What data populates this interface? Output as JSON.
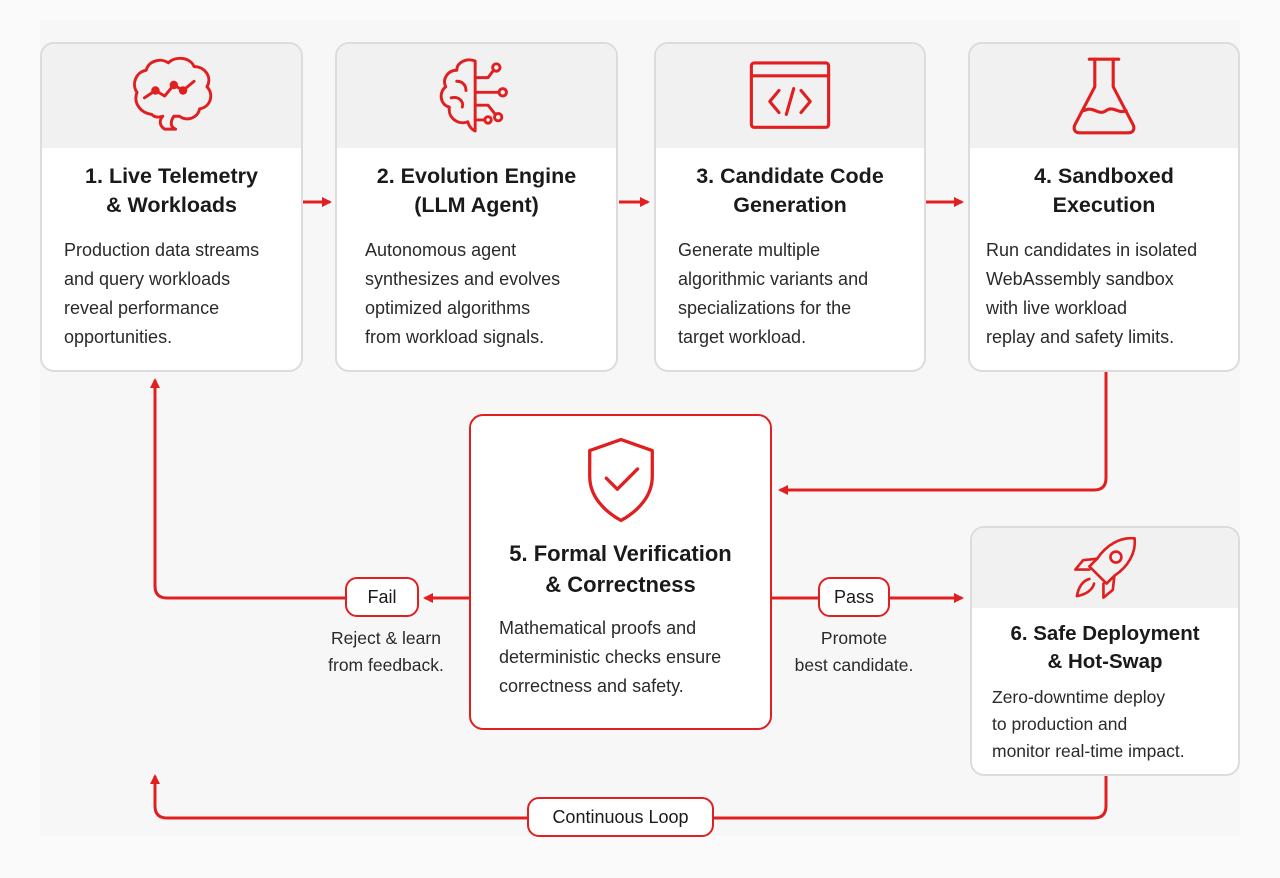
{
  "colors": {
    "accent": "#e02020",
    "card_border": "#dcdcdc",
    "band": "#f1f1f1"
  },
  "steps": [
    {
      "icon": "brain-icon",
      "title": [
        "1. Live Telemetry",
        "& Workloads"
      ],
      "desc": [
        "Production data streams",
        "and query workloads",
        "reveal performance",
        "opportunities."
      ]
    },
    {
      "icon": "neural-circuit-icon",
      "title": [
        "2. Evolution Engine",
        "(LLM Agent)"
      ],
      "desc": [
        "Autonomous agent",
        "synthesizes and evolves",
        "optimized algorithms",
        "from workload signals."
      ]
    },
    {
      "icon": "code-window-icon",
      "title": [
        "3. Candidate Code",
        "Generation"
      ],
      "desc": [
        "Generate multiple",
        "algorithmic variants and",
        "specializations for the",
        "target workload."
      ]
    },
    {
      "icon": "flask-icon",
      "title": [
        "4. Sandboxed",
        "Execution"
      ],
      "desc": [
        "Run candidates in isolated",
        "WebAssembly sandbox",
        "with live workload",
        "replay and safety limits."
      ]
    },
    {
      "icon": "shield-check-icon",
      "title": [
        "5. Formal Verification",
        "& Correctness"
      ],
      "desc": [
        "Mathematical proofs and",
        "deterministic checks ensure",
        "correctness and safety."
      ]
    },
    {
      "icon": "rocket-icon",
      "title": [
        "6. Safe Deployment",
        "& Hot-Swap"
      ],
      "desc": [
        "Zero-downtime deploy",
        "to production and",
        "monitor real-time impact."
      ]
    }
  ],
  "fail": {
    "label": "Fail",
    "caption": [
      "Reject & learn",
      "from feedback."
    ]
  },
  "pass": {
    "label": "Pass",
    "caption": [
      "Promote",
      "best candidate."
    ]
  },
  "loop": {
    "label": "Continuous Loop"
  }
}
